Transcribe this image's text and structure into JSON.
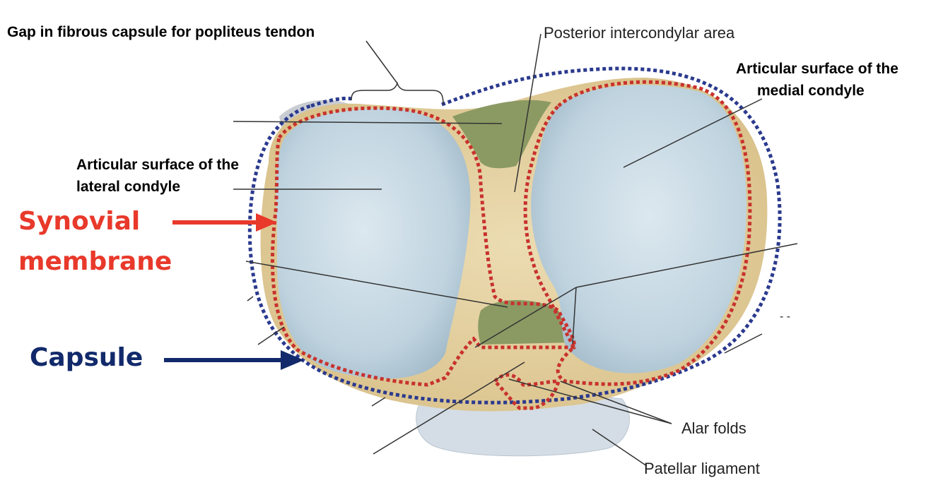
{
  "labels": {
    "gap": "Gap in fibrous capsule for popliteus tendon",
    "posterior": "Posterior intercondylar area",
    "medial_line1": "Articular surface of the",
    "medial_line2": "medial condyle",
    "lateral_line1": "Articular surface of the",
    "lateral_line2": "lateral condyle",
    "synovial_line1": "Synovial",
    "synovial_line2": "membrane",
    "capsule": "Capsule",
    "alar": "Alar folds",
    "patellar": "Patellar ligament",
    "dash": "- -"
  },
  "colors": {
    "synovial": "#e8392b",
    "capsule": "#122a6b",
    "synovial_dots": "#c8322e",
    "capsule_dots": "#2b3a8e",
    "bone": "#e6d2a2",
    "cartilage": "#c8dbe6",
    "ligament_area": "#8b9a63",
    "patellar_ligament": "#d4dde6"
  }
}
